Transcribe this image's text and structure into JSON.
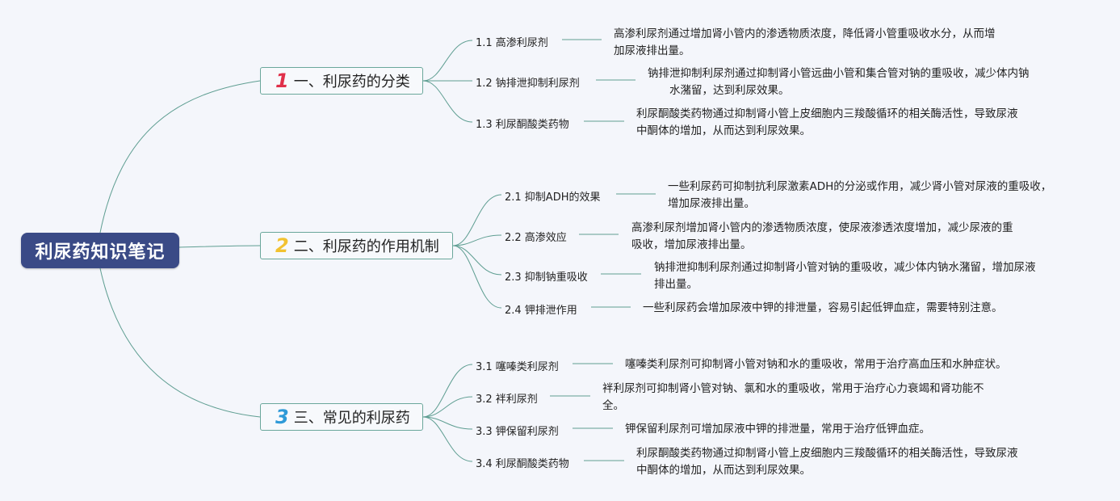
{
  "root": "利尿药知识笔记",
  "colors": {
    "link": "#5f9e92",
    "root_bg": "#3a4a86"
  },
  "branches": [
    {
      "num": "1",
      "num_color": "#e0304a",
      "label": "一、利尿药的分类",
      "items": [
        {
          "title": "1.1 高渗利尿剂",
          "lines": [
            "高渗利尿剂通过增加肾小管内的渗透物质浓度，降低肾小管重吸收水分，从而增",
            "加尿液排出量。"
          ]
        },
        {
          "title": "1.2 钠排泄抑制利尿剂",
          "lines": [
            "钠排泄抑制利尿剂通过抑制肾小管远曲小管和集合管对钠的重吸收，减少体内钠",
            "水潴留，达到利尿效果。"
          ]
        },
        {
          "title": "1.3 利尿酮酸类药物",
          "lines": [
            "利尿酮酸类药物通过抑制肾小管上皮细胞内三羧酸循环的相关酶活性，导致尿液",
            "中酮体的增加，从而达到利尿效果。"
          ]
        }
      ]
    },
    {
      "num": "2",
      "num_color": "#f2c230",
      "label": "二、利尿药的作用机制",
      "items": [
        {
          "title": "2.1 抑制ADH的效果",
          "lines": [
            "一些利尿药可抑制抗利尿激素ADH的分泌或作用，减少肾小管对尿液的重吸收，",
            "增加尿液排出量。"
          ]
        },
        {
          "title": "2.2 高渗效应",
          "lines": [
            "高渗利尿剂增加肾小管内的渗透物质浓度，使尿液渗透浓度增加，减少尿液的重",
            "吸收，增加尿液排出量。"
          ]
        },
        {
          "title": "2.3 抑制钠重吸收",
          "lines": [
            "钠排泄抑制利尿剂通过抑制肾小管对钠的重吸收，减少体内钠水潴留，增加尿液",
            "排出量。"
          ]
        },
        {
          "title": "2.4 钾排泄作用",
          "lines": [
            "一些利尿药会增加尿液中钾的排泄量，容易引起低钾血症，需要特别注意。"
          ]
        }
      ]
    },
    {
      "num": "3",
      "num_color": "#2f9ad8",
      "label": "三、常见的利尿药",
      "items": [
        {
          "title": "3.1 噻嗪类利尿剂",
          "lines": [
            "噻嗪类利尿剂可抑制肾小管对钠和水的重吸收，常用于治疗高血压和水肿症状。"
          ]
        },
        {
          "title": "3.2 袢利尿剂",
          "lines": [
            "袢利尿剂可抑制肾小管对钠、氯和水的重吸收，常用于治疗心力衰竭和肾功能不",
            "全。"
          ]
        },
        {
          "title": "3.3 钾保留利尿剂",
          "lines": [
            "钾保留利尿剂可增加尿液中钾的排泄量，常用于治疗低钾血症。"
          ]
        },
        {
          "title": "3.4 利尿酮酸类药物",
          "lines": [
            "利尿酮酸类药物通过抑制肾小管上皮细胞内三羧酸循环的相关酶活性，导致尿液",
            "中酮体的增加，从而达到利尿效果。"
          ]
        }
      ]
    }
  ]
}
